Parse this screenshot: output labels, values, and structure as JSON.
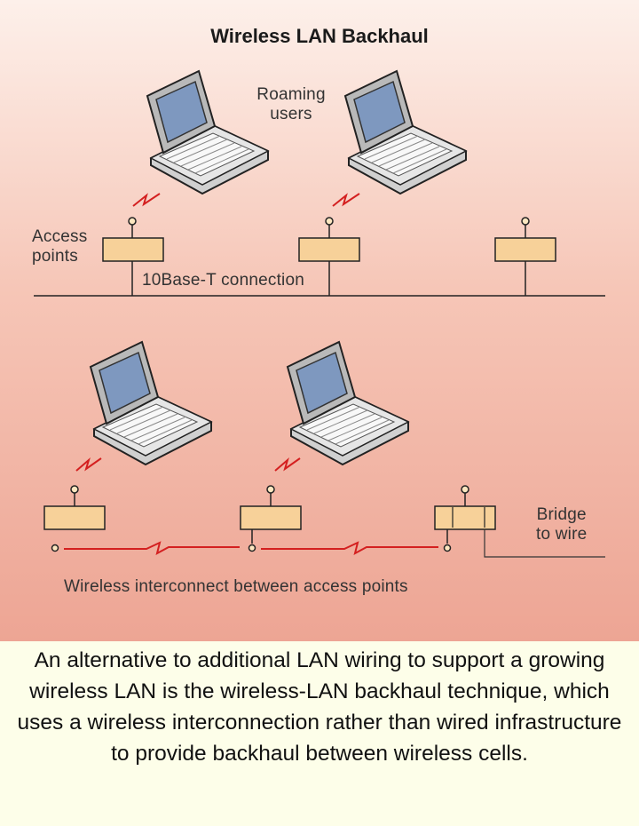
{
  "diagram": {
    "title": "Wireless LAN Backhaul",
    "labels": {
      "roaming_line1": "Roaming",
      "roaming_line2": "users",
      "access_line1": "Access",
      "access_line2": "points",
      "connection": "10Base-T connection",
      "bridge_line1": "Bridge",
      "bridge_line2": "to wire",
      "interconnect": "Wireless interconnect between access points"
    }
  },
  "caption": {
    "text": "An alternative to additional LAN wiring to support a growing wireless LAN is the wireless-LAN backhaul technique, which uses a wireless interconnection rather than wired infrastructure to provide backhaul between wireless cells."
  },
  "colors": {
    "access_point_fill": "#f7d199",
    "signal": "#d42020",
    "screen": "#7e98bf",
    "caption_bg": "#fdfee9"
  }
}
